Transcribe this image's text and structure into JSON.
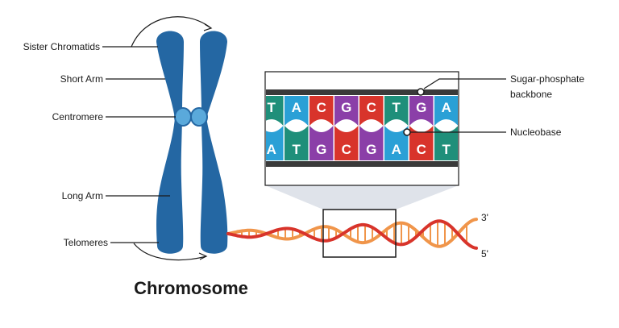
{
  "labels": {
    "sister_chromatids": "Sister Chromatids",
    "short_arm": "Short Arm",
    "centromere": "Centromere",
    "long_arm": "Long Arm",
    "telomeres": "Telomeres",
    "sugar_phosphate_line1": "Sugar-phosphate",
    "sugar_phosphate_line2": "backbone",
    "nucleobase": "Nucleobase",
    "three_prime": "3'",
    "five_prime": "5'"
  },
  "title": "Chromosome",
  "top_strand": [
    "T",
    "A",
    "C",
    "G",
    "C",
    "T",
    "G",
    "A"
  ],
  "bottom_strand": [
    "A",
    "T",
    "G",
    "C",
    "G",
    "A",
    "C",
    "T"
  ],
  "colors": {
    "chromosome": "#2467a3",
    "centromere": "#5aa9db",
    "T": "#1f8f7a",
    "A": "#2aa0d6",
    "C": "#d8342b",
    "G": "#8b3fa8",
    "backbone": "#3a3a3a",
    "helix_dark": "#d8342b",
    "helix_light": "#f0954a"
  }
}
